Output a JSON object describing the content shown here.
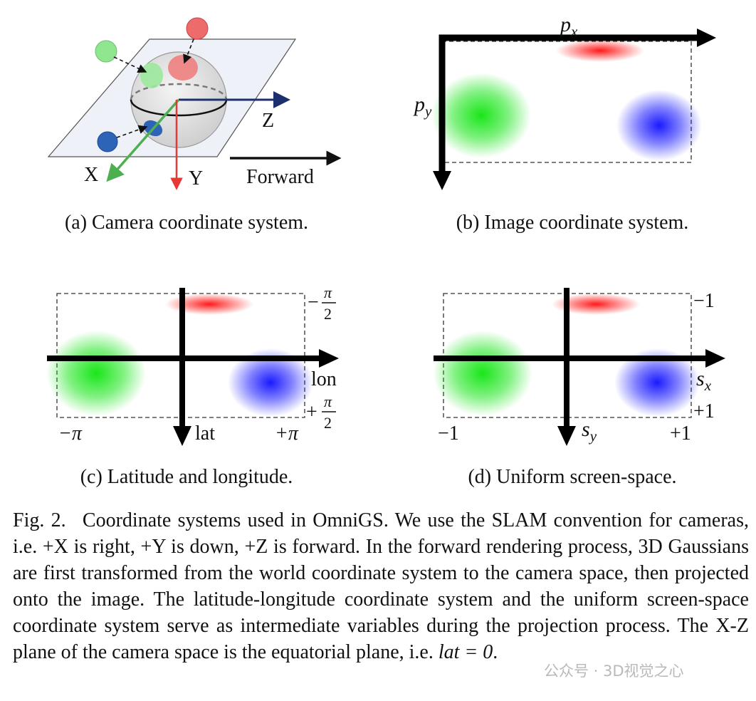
{
  "panels": {
    "a": {
      "caption": "(a) Camera coordinate system.",
      "axis_x": "X",
      "axis_y": "Y",
      "axis_z": "Z",
      "forward": "Forward"
    },
    "b": {
      "caption": "(b) Image coordinate system.",
      "px_base": "p",
      "px_sub": "x",
      "py_base": "p",
      "py_sub": "y"
    },
    "c": {
      "caption": "(c) Latitude and longitude.",
      "lon": "lon",
      "lat": "lat",
      "left": "−π",
      "right": "+π",
      "top_sign": "−",
      "bottom_sign": "+",
      "frac_num": "π",
      "frac_den": "2"
    },
    "d": {
      "caption": "(d) Uniform screen-space.",
      "sx_base": "s",
      "sx_sub": "x",
      "sy_base": "s",
      "sy_sub": "y",
      "left": "−1",
      "right": "+1",
      "top": "−1",
      "bottom": "+1"
    }
  },
  "caption": {
    "label": "Fig. 2.",
    "body": "Coordinate systems used in OmniGS. We use the SLAM convention for cameras, i.e. +X is right, +Y is down, +Z is forward. In the forward rendering process, 3D Gaussians are first transformed from the world coordinate system to the camera space, then projected onto the image. The latitude-longitude coordinate system and the uniform screen-space coordinate system serve as intermediate variables during the projection process. The X-Z plane of the camera space is the equatorial plane, i.e. ",
    "math": "lat = 0",
    "end": "."
  },
  "watermark": "公众号 · 3D视觉之心",
  "colors": {
    "red": "#ff1a1a",
    "green": "#19e619",
    "blue": "#1a1aff",
    "z_axis": "#1c2f6e",
    "x_axis": "#4caf50",
    "y_axis": "#e53935"
  }
}
